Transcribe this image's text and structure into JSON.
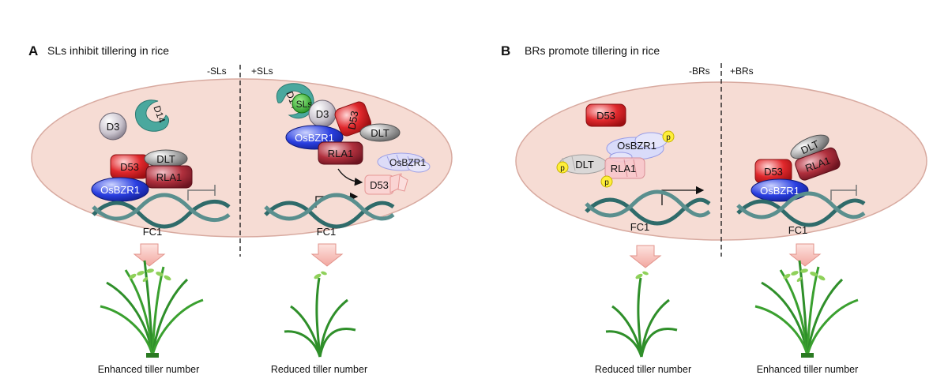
{
  "panelA": {
    "letter": "A",
    "title": "SLs inhibit tillering in rice",
    "left_condition": "-SLs",
    "right_condition": "+SLs",
    "left": {
      "proteins": [
        "D3",
        "D14",
        "D53",
        "DLT",
        "RLA1",
        "OsBZR1"
      ],
      "gene": "FC1",
      "outcome": "Enhanced tiller number"
    },
    "right": {
      "proteins": [
        "D14",
        "SLs",
        "D3",
        "D53",
        "DLT",
        "OsBZR1",
        "RLA1",
        "OsBZR1",
        "D53"
      ],
      "gene": "FC1",
      "outcome": "Reduced tiller number"
    }
  },
  "panelB": {
    "letter": "B",
    "title": "BRs promote tillering in rice",
    "left_condition": "-BRs",
    "right_condition": "+BRs",
    "left": {
      "proteins": [
        "D53",
        "OsBZR1",
        "p",
        "DLT",
        "RLA1",
        "p",
        "p"
      ],
      "gene": "FC1",
      "outcome": "Reduced tiller number"
    },
    "right": {
      "proteins": [
        "DLT",
        "D53",
        "RLA1",
        "OsBZR1"
      ],
      "gene": "FC1",
      "outcome": "Enhanced tiller number"
    }
  },
  "colors": {
    "cell_fill": "#f6dcd4",
    "red_protein": "#e0282c",
    "blue_protein": "#2a3fe0",
    "grey_protein": "#9a9a9a",
    "d14_teal": "#4aa89e",
    "dna": "#2f6b6a",
    "arrow_pink": "#f5b8b3",
    "plant_green": "#3c9a2a"
  }
}
